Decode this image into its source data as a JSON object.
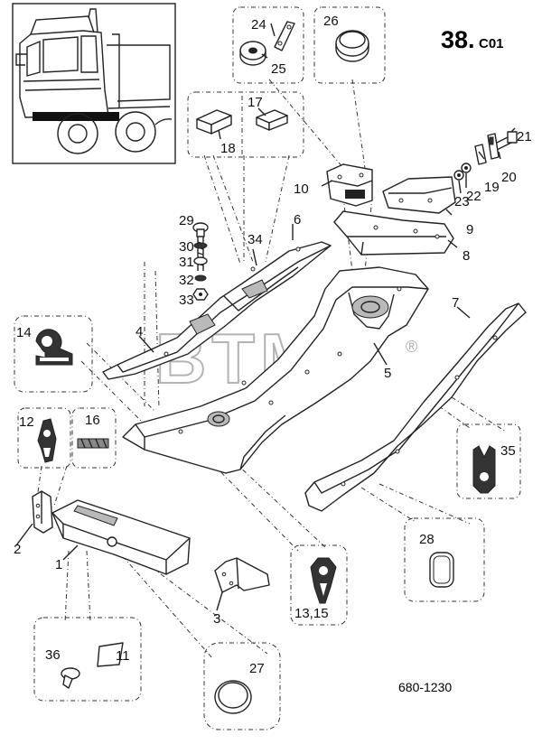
{
  "header": {
    "page_number": "38.",
    "page_suffix": "C01"
  },
  "drawing_code": "680-1230",
  "watermark": {
    "text": "BTM",
    "registered": "®"
  },
  "callouts": {
    "c1": "1",
    "c2": "2",
    "c3": "3",
    "c4": "4",
    "c5": "5",
    "c6": "6",
    "c7": "7",
    "c8": "8",
    "c9": "9",
    "c10": "10",
    "c11": "11",
    "c12": "12",
    "c13_15": "13,15",
    "c14": "14",
    "c16": "16",
    "c17": "17",
    "c18": "18",
    "c19": "19",
    "c20": "20",
    "c21": "21",
    "c22": "22",
    "c23": "23",
    "c24": "24",
    "c25": "25",
    "c26": "26",
    "c27": "27",
    "c28": "28",
    "c29": "29",
    "c30": "30",
    "c31": "31",
    "c32": "32",
    "c33": "33",
    "c34": "34",
    "c35": "35",
    "c36": "36"
  }
}
